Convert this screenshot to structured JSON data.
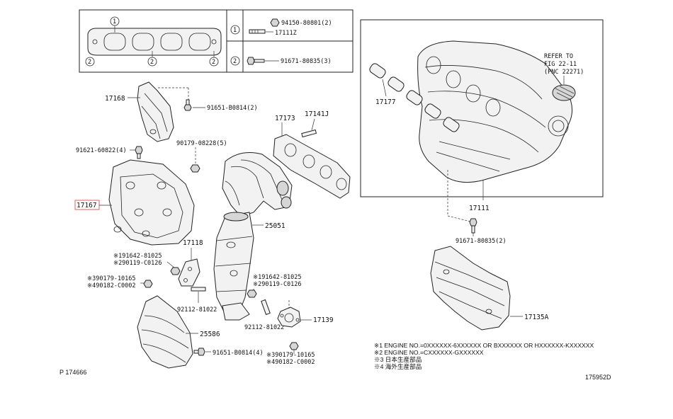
{
  "kit_box": {
    "rows": [
      {
        "circle": "1",
        "items": [
          {
            "code": "94150-80801(2)"
          },
          {
            "code": "17111Z"
          }
        ]
      },
      {
        "circle": "2",
        "items": [
          {
            "code": "91671-80835(3)"
          }
        ]
      }
    ],
    "gasket_markers": [
      "1",
      "2",
      "2",
      "2"
    ]
  },
  "inset": {
    "refer": [
      "REFER TO",
      "FIG 22-11",
      "(PNC 22271)"
    ],
    "labels": {
      "gasket": "17177",
      "manifold": "17111"
    }
  },
  "labels": {
    "heat_insulator_upper": "17168",
    "bolt_upper": "91651-B0814(2)",
    "gasket_right": "17173",
    "stud_right": "17141J",
    "bolt_left": "91621-60822(4)",
    "nut_upper": "90179-08228(5)",
    "insulator_main": "17167",
    "converter": "25051",
    "bracket": "17118",
    "note_191642_a": "※191642-81025",
    "note_290119_a": "※290119-C0126",
    "note_390179_a": "※390179-10165",
    "note_490182_a": "※490182-C0002",
    "note_191642_b": "※191642-81025",
    "note_290119_b": "※290119-C0126",
    "stud_lower_left": "92112-81022",
    "stud_lower_right": "92112-81022",
    "gasket_lower": "17139",
    "insulator_lower": "25586",
    "bolt_lower": "91651-B0814(4)",
    "note_390179_b": "※390179-10165",
    "note_490182_b": "※490182-C0002",
    "bolt_inset": "91671-80835(2)",
    "insulator_right": "17135A"
  },
  "notes": [
    "※1 ENGINE NO.=0XXXXXX-6XXXXXX OR BXXXXXX OR HXXXXXX-KXXXXXX",
    "※2 ENGINE NO.=CXXXXXX-GXXXXXX",
    "※3 日本生産部品",
    "※4 海外生産部品"
  ],
  "footer": {
    "page_ref": "P 174666",
    "figure_id": "175952D"
  }
}
